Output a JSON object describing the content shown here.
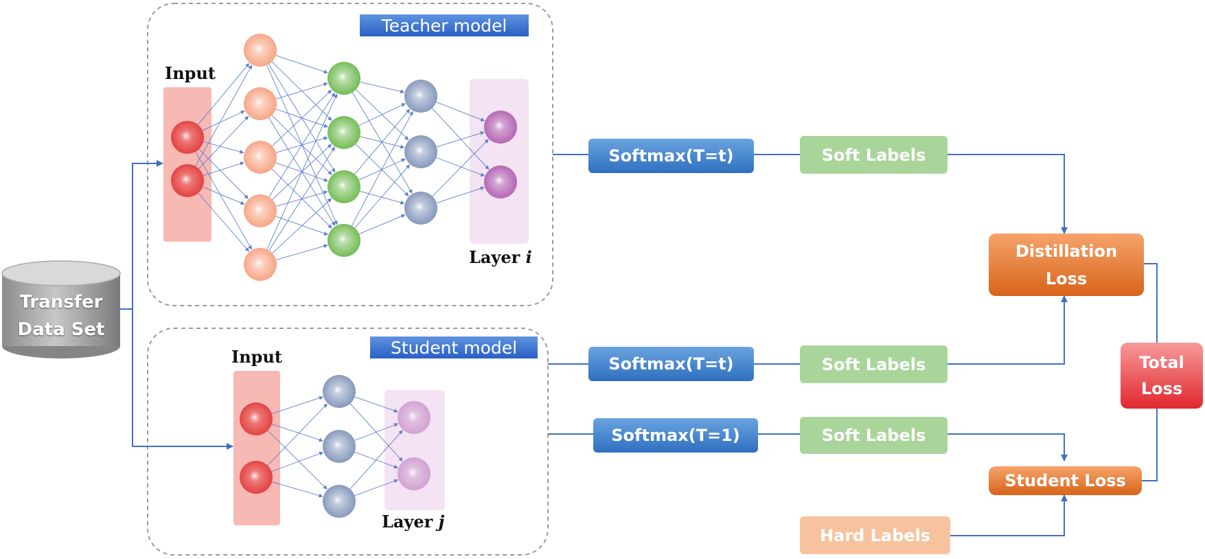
{
  "source": "Transfer\nData Set",
  "teacher": {
    "tag": "Teacher model",
    "input_label": "Input",
    "layer_prefix": "Layer ",
    "layer_var": "i",
    "softmax": "Softmax(T=t)",
    "soft_labels": "Soft Labels"
  },
  "student": {
    "tag": "Student model",
    "input_label": "Input",
    "layer_prefix": "Layer ",
    "layer_var": "j",
    "softmax_t": "Softmax(T=t)",
    "soft_labels_t": "Soft Labels",
    "softmax_1": "Softmax(T=1)",
    "soft_labels_1": "Soft Labels"
  },
  "hard_labels": "Hard Labels",
  "distillation_loss": "Distillation\nLoss",
  "student_loss": "Student Loss",
  "total_loss": "Total\nLoss",
  "colors": {
    "connector": "#3f6fc0",
    "mesh": "#5b7fd0",
    "node_input": "#e23b3b",
    "node_peach": "#f7a07e",
    "node_green": "#6cb84c",
    "node_steel": "#7f93b8",
    "node_purple": "#b060b0",
    "node_lilac": "#cf9ed0"
  }
}
